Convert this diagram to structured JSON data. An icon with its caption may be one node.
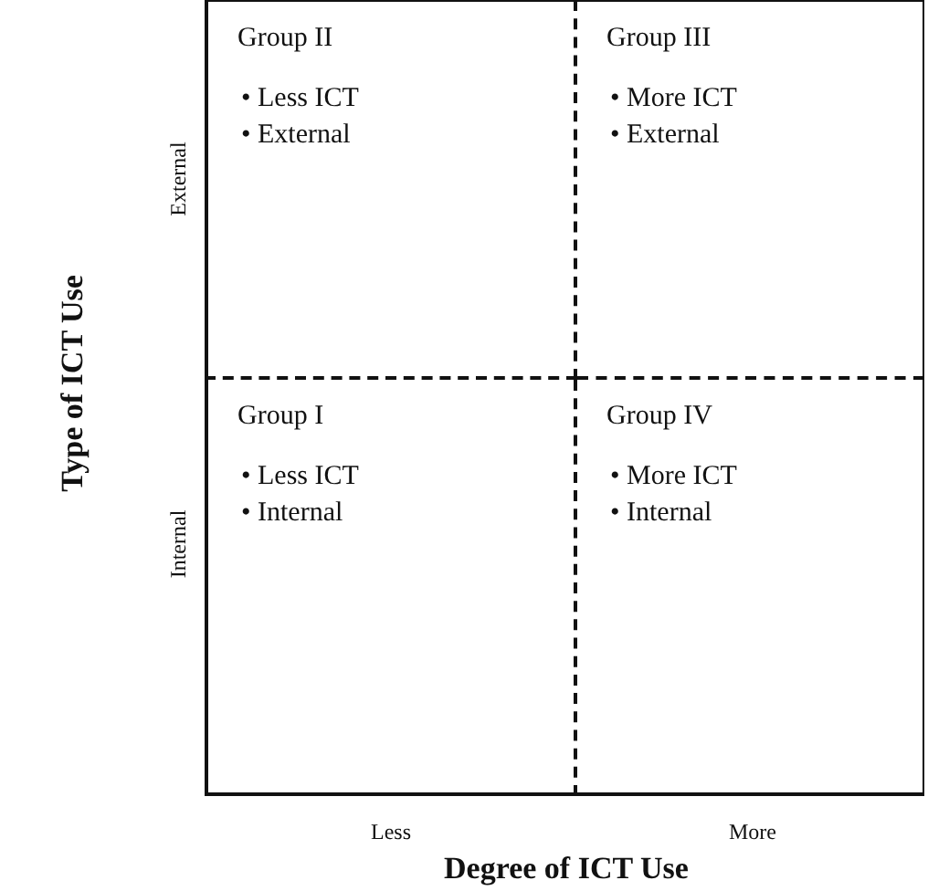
{
  "diagram": {
    "nodes": [
      {
        "text": [
          "Group II",
          "• Less ICT",
          "• External"
        ]
      },
      {
        "text": [
          "Group III",
          "• More ICT",
          "• External"
        ]
      },
      {
        "text": [
          "Group I",
          "• Less ICT",
          "• Internal"
        ]
      },
      {
        "text": [
          "Group IV",
          "• More ICT",
          "• Internal"
        ]
      }
    ],
    "labels": [
      "Type of ICT Use",
      "External",
      "Internal",
      "Less",
      "More",
      "Degree of ICT Use"
    ]
  }
}
